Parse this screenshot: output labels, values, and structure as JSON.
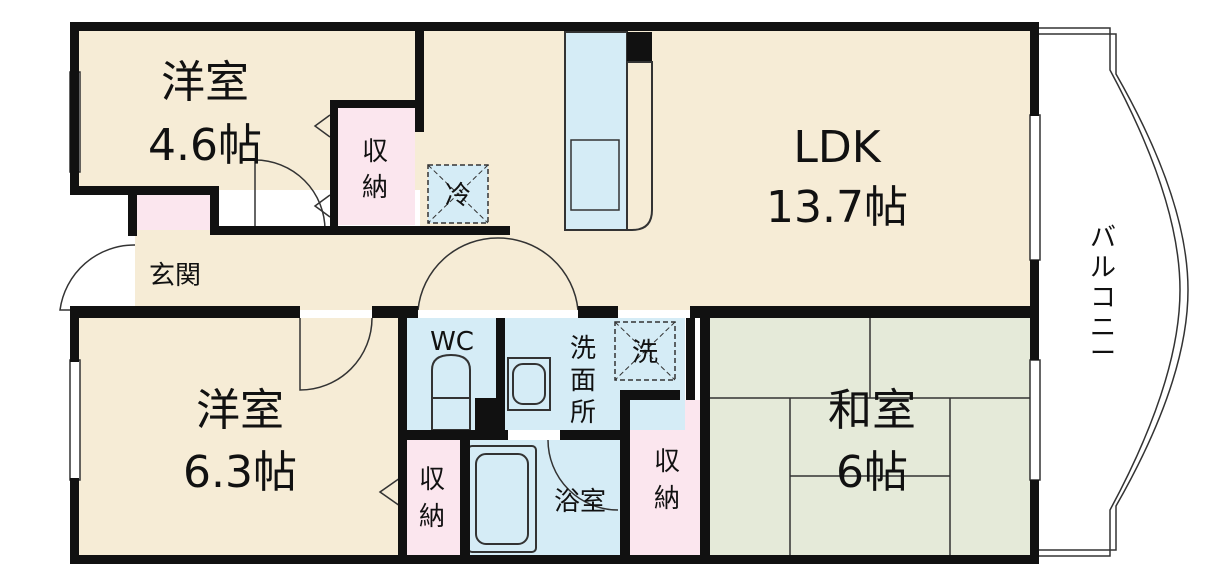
{
  "rooms": {
    "western_a": {
      "name": "洋室",
      "size": "4.6帖"
    },
    "western_b": {
      "name": "洋室",
      "size": "6.3帖"
    },
    "ldk": {
      "name": "LDK",
      "size": "13.7帖"
    },
    "washitsu": {
      "name": "和室",
      "size": "6帖"
    },
    "entrance": "玄関",
    "wc": "WC",
    "washroom": [
      "洗",
      "面",
      "所"
    ],
    "bath": "浴室",
    "storage": [
      "収",
      "納"
    ],
    "balcony": [
      "バ",
      "ル",
      "コ",
      "ニ",
      "ー"
    ],
    "fridge": "冷",
    "washer": "洗"
  },
  "colors": {
    "wall": "#111111",
    "floor": "#f6ecd6",
    "storage": "#fbe6ee",
    "water": "#d5ecf6",
    "tatami": "#e5ead9",
    "balcony": "#ffffff"
  }
}
